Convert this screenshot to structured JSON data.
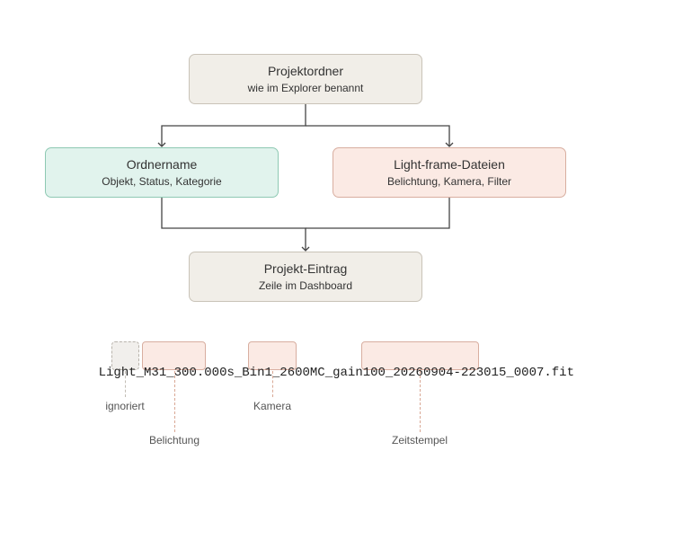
{
  "diagram": {
    "project_folder": {
      "title": "Projektordner",
      "subtitle": "wie im Explorer benannt"
    },
    "folder_name": {
      "title": "Ordnername",
      "subtitle": "Objekt, Status, Kategorie"
    },
    "light_frames": {
      "title": "Light-frame-Dateien",
      "subtitle": "Belichtung, Kamera, Filter"
    },
    "project_entry": {
      "title": "Projekt-Eintrag",
      "subtitle": "Zeile im Dashboard"
    }
  },
  "filename": {
    "segments": [
      {
        "text": "Light_",
        "highlight": "none"
      },
      {
        "text": "M31",
        "highlight": "ignored"
      },
      {
        "text": "_",
        "highlight": "none"
      },
      {
        "text": "300.000s",
        "highlight": "field"
      },
      {
        "text": "_Bin1_",
        "highlight": "none"
      },
      {
        "text": "2600MC",
        "highlight": "field"
      },
      {
        "text": "_gain100_",
        "highlight": "none"
      },
      {
        "text": "20260904-223015",
        "highlight": "field"
      },
      {
        "text": "_0007.fit",
        "highlight": "none"
      }
    ]
  },
  "annotations": {
    "ignored": "ignoriert",
    "exposure": "Belichtung",
    "camera": "Kamera",
    "timestamp": "Zeitstempel"
  },
  "colors": {
    "neutral_fill": "#f1eee8",
    "green_fill": "#e1f3ed",
    "peach_fill": "#fbeae4",
    "connector": "#444444"
  }
}
